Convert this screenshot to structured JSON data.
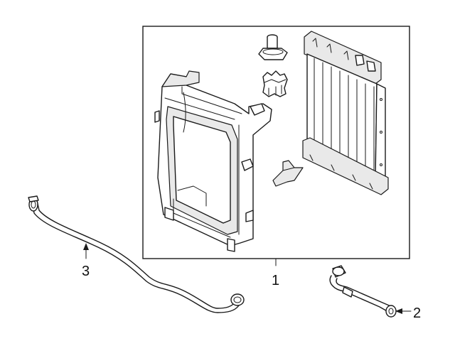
{
  "callouts": {
    "assembly": "1",
    "hose_right": "2",
    "pipe_left": "3"
  },
  "icons": {
    "arrow": "arrowhead-icon"
  },
  "colors": {
    "line": "#1a1a1a",
    "background": "#ffffff"
  }
}
